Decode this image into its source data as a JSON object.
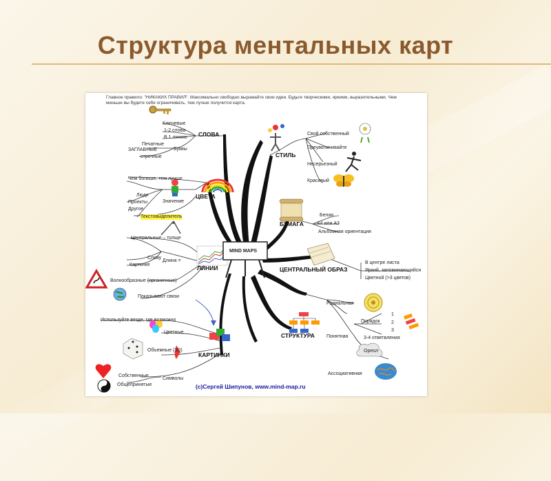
{
  "slide": {
    "title": "Структура ментальных карт"
  },
  "map": {
    "rule_text": "Главное правило: \"НИКАКИХ ПРАВИЛ\". Максимально свободно выражайте свои идеи. Будьте творческими, яркими, выразительными. Чем меньше вы будете себя ограничивать, тем лучше получится карта.",
    "center": "MIND MAPS",
    "branches": {
      "words": {
        "label": "СЛОВА",
        "items": [
          "Ключевые",
          "1-2 слова",
          "В 1 линию",
          "Печатные",
          "ЗАГЛАВНЫЕ",
          "Буквы",
          "строчные"
        ]
      },
      "colors": {
        "label": "ЦВЕТА",
        "items": [
          "Чем больше, тем лучше",
          "Люди",
          "Проекты",
          "Другое",
          "Значение",
          "Текстовыделитель"
        ]
      },
      "lines": {
        "label": "ЛИНИИ",
        "items": [
          "Центральные – толще",
          "Слову",
          "Картинке",
          "Длина =",
          "Волнообразные (органичные)",
          "Показывают связи"
        ]
      },
      "pictures": {
        "label": "КАРТИНКИ",
        "items": [
          "Используйте везде, где возможно",
          "Цветные",
          "Объемные (3D)",
          "Собственные",
          "Общепринятые",
          "Символы"
        ]
      },
      "style": {
        "label": "СТИЛЬ",
        "items": [
          "Свой собственный",
          "Преувеличивайте",
          "Несерьезный",
          "Красивый"
        ]
      },
      "paper": {
        "label": "БУМАГА",
        "items": [
          "Белая",
          "А4 или А3",
          "Альбомная ориентация"
        ]
      },
      "central_image": {
        "label": "ЦЕНТРАЛЬНЫЙ ОБРАЗ",
        "items": [
          "В центре листа",
          "Яркий, запоминающийся",
          "Цветной (>3 цветов)"
        ]
      },
      "structure": {
        "label": "СТРУКТУРА",
        "items": [
          "Радиальная",
          "Порядок",
          "1",
          "2",
          "3",
          "Понятная",
          "3-4 ответвления",
          "Ореол",
          "Ассоциативная"
        ]
      }
    },
    "copyright": "(с)Сергей Шипунов, www.mind-map.ru"
  },
  "colors": {
    "title": "#8a5a2e",
    "rule": "#e0b878",
    "copyright": "#1a1aa0",
    "highlight": "#fff34a"
  },
  "icons": [
    "key-icon",
    "rainbow-icon",
    "compass-icon",
    "chart-icon",
    "warning-sign-icon",
    "globe-icon",
    "arrow-icon",
    "dice-icon",
    "balloons-icon",
    "heart-icon",
    "yin-yang-icon",
    "juggler-icon",
    "figure-icon",
    "skier-icon",
    "butterfly-icon",
    "scroll-icon",
    "pictures-icon",
    "flowchart-icon",
    "sun-icon",
    "paper-icon",
    "brain-icon",
    "easel-icon"
  ]
}
